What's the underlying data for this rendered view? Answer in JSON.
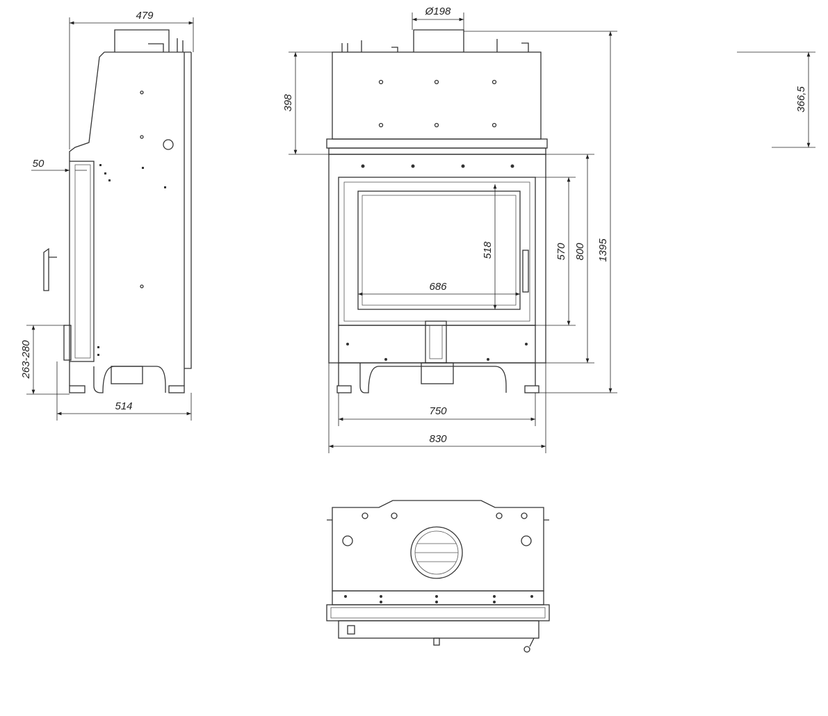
{
  "drawing": {
    "title": "Fireplace insert dimensional drawing",
    "colors": {
      "line": "#333333",
      "background": "#ffffff"
    },
    "dimensions": {
      "side_depth_top": "479",
      "side_door_offset": "50",
      "side_leg_height": "263-280",
      "side_depth_bottom": "514",
      "flue_diameter": "Ø198",
      "top_box_height": "398",
      "glass_height": "518",
      "glass_width": "686",
      "door_height": "570",
      "front_height": "800",
      "total_height": "1395",
      "door_width": "750",
      "total_width": "830",
      "right_top_height": "366,5"
    }
  }
}
